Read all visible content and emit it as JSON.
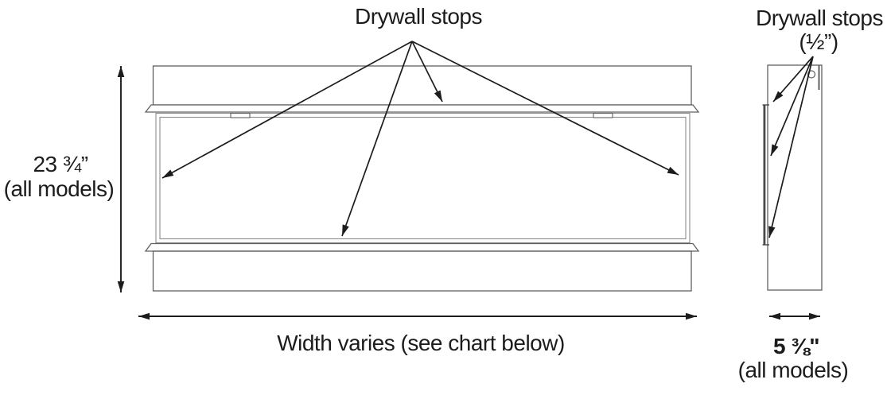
{
  "front": {
    "callout": "Drywall stops",
    "height_value": "23 ¾”",
    "height_note": "(all models)",
    "width_label": "Width varies (see chart below)"
  },
  "side": {
    "callout": "Drywall stops",
    "stop_size": "(½”)",
    "depth_value": "5 ⅜\"",
    "depth_note": "(all models)"
  },
  "colors": {
    "ink": "#1c1c1c",
    "outline": "#606060",
    "frame": "#8c8c8c",
    "background": "#ffffff"
  }
}
